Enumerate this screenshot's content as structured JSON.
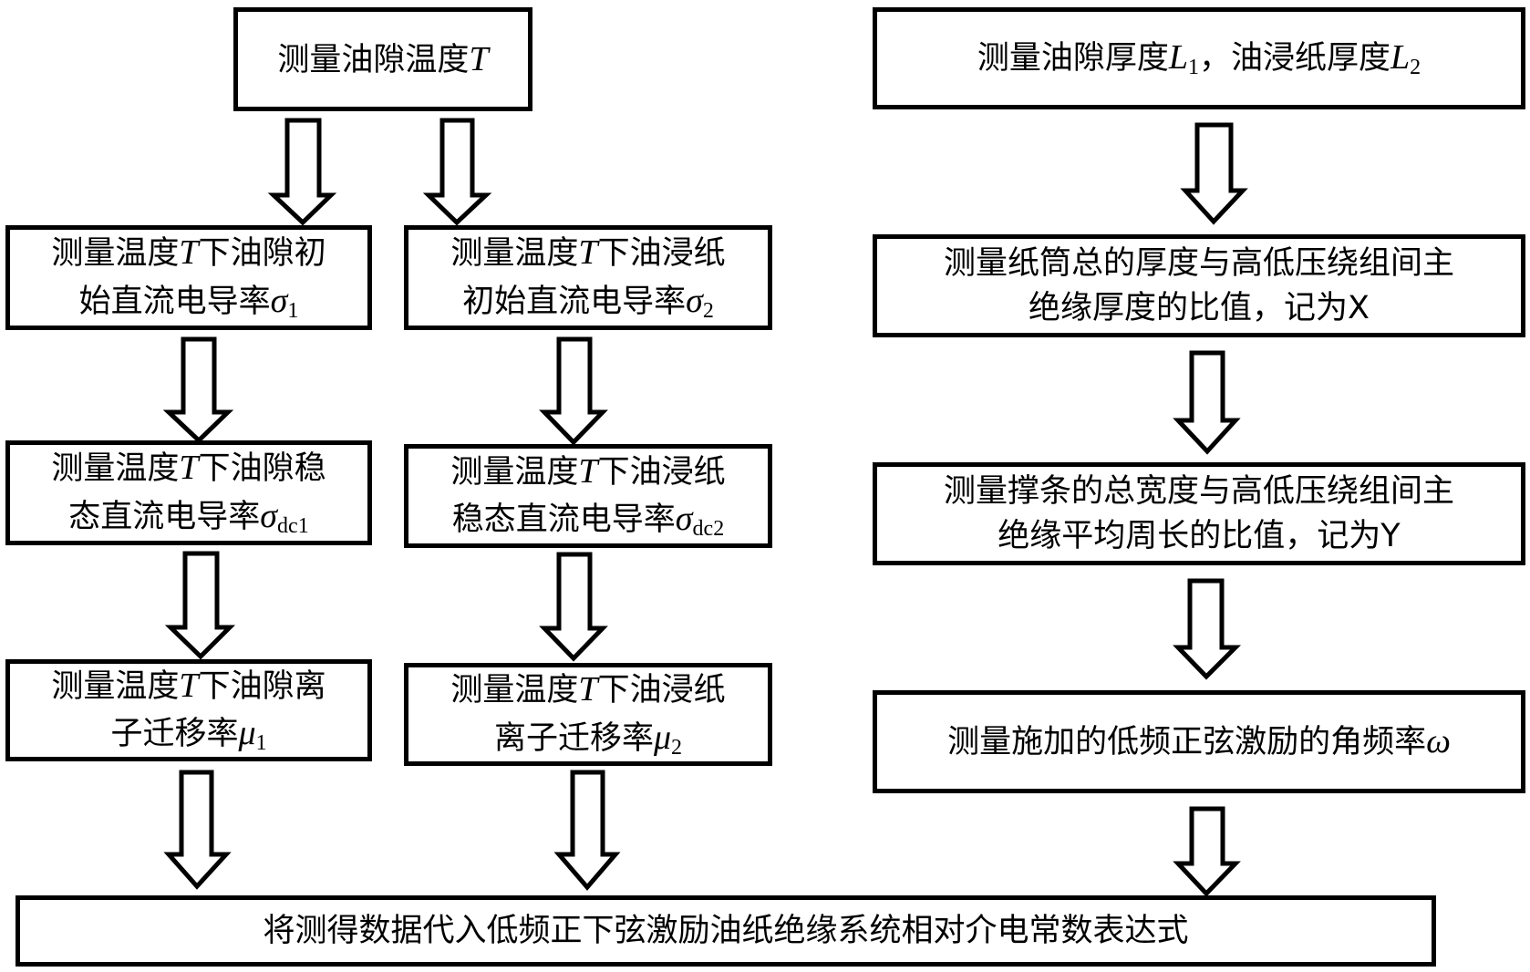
{
  "diagram": {
    "type": "flowchart",
    "nodes": {
      "temp": {
        "text": "测量油隙温度",
        "var": "T"
      },
      "oil_gap_initial": {
        "line1_pre": "测量温度",
        "line1_var": "T",
        "line1_post": "下油隙初",
        "line2": "始直流电导率",
        "sym": "σ",
        "sub": "1"
      },
      "paper_initial": {
        "line1_pre": "测量温度",
        "line1_var": "T",
        "line1_post": "下油浸纸",
        "line2": "初始直流电导率",
        "sym": "σ",
        "sub": "2"
      },
      "oil_gap_steady": {
        "line1_pre": "测量温度",
        "line1_var": "T",
        "line1_post": "下油隙稳",
        "line2": "态直流电导率",
        "sym": "σ",
        "sub": "dc1"
      },
      "paper_steady": {
        "line1_pre": "测量温度",
        "line1_var": "T",
        "line1_post": "下油浸纸",
        "line2": "稳态直流电导率",
        "sym": "σ",
        "sub": "dc2"
      },
      "oil_gap_mobility": {
        "line1_pre": "测量温度",
        "line1_var": "T",
        "line1_post": "下油隙离",
        "line2": "子迁移率",
        "sym": "μ",
        "sub": "1"
      },
      "paper_mobility": {
        "line1_pre": "测量温度",
        "line1_var": "T",
        "line1_post": "下油浸纸",
        "line2": "离子迁移率",
        "sym": "μ",
        "sub": "2"
      },
      "thickness": {
        "t1": "测量油隙厚度",
        "v1": "L",
        "s1": "1",
        "sep": "，油浸纸厚度",
        "v2": "L",
        "s2": "2"
      },
      "ratio_x": {
        "line1": "测量纸筒总的厚度与高低压绕组间主",
        "line2": "绝缘厚度的比值，记为X"
      },
      "ratio_y": {
        "line1": "测量撑条的总宽度与高低压绕组间主",
        "line2": "绝缘平均周长的比值，记为Y"
      },
      "omega": {
        "text": "测量施加的低频正弦激励的角频率",
        "sym": "ω"
      },
      "final": {
        "text": "将测得数据代入低频正下弦激励油纸绝缘系统相对介电常数表达式"
      }
    },
    "edges": [
      [
        "temp",
        "oil_gap_initial"
      ],
      [
        "temp",
        "paper_initial"
      ],
      [
        "oil_gap_initial",
        "oil_gap_steady"
      ],
      [
        "paper_initial",
        "paper_steady"
      ],
      [
        "oil_gap_steady",
        "oil_gap_mobility"
      ],
      [
        "paper_steady",
        "paper_mobility"
      ],
      [
        "oil_gap_mobility",
        "final"
      ],
      [
        "paper_mobility",
        "final"
      ],
      [
        "thickness",
        "ratio_x"
      ],
      [
        "ratio_x",
        "ratio_y"
      ],
      [
        "ratio_y",
        "omega"
      ],
      [
        "omega",
        "final"
      ]
    ]
  }
}
